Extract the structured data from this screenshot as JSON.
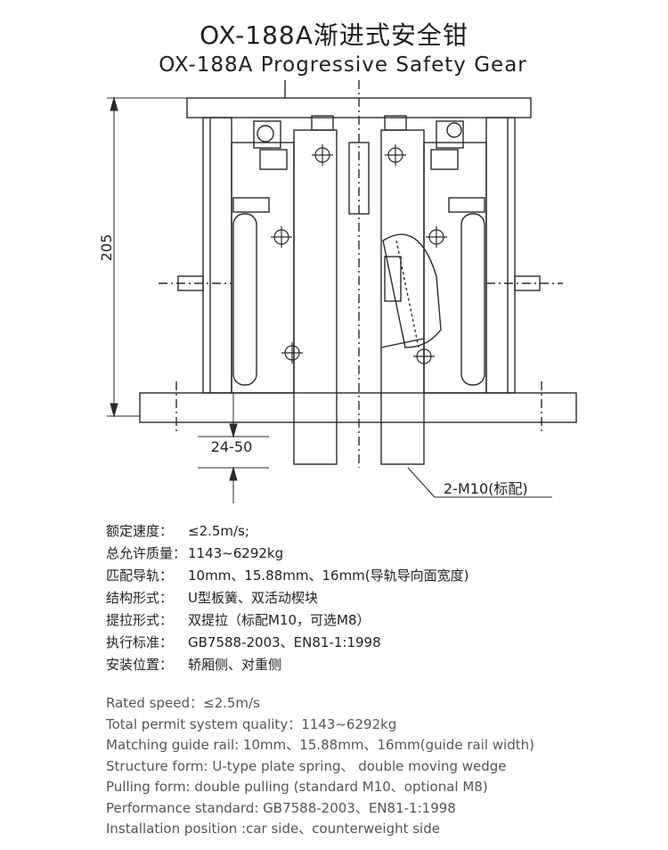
{
  "title": {
    "cn": "OX-188A渐进式安全钳",
    "en": "OX-188A  Progressive Safety Gear"
  },
  "drawing": {
    "height_dim": "205",
    "gap_dim": "24-50",
    "callout": "2-M10(标配)"
  },
  "specs_cn": [
    {
      "label": "额定速度：",
      "value": "≤2.5m/s;"
    },
    {
      "label": "总允许质量：",
      "value": "1143~6292kg"
    },
    {
      "label": "匹配导轨：",
      "value": "10mm、15.88mm、16mm(导轨导向面宽度)"
    },
    {
      "label": "结构形式：",
      "value": "U型板簧、双活动楔块"
    },
    {
      "label": "提拉形式：",
      "value": "双提拉（标配M10，可选M8）"
    },
    {
      "label": "执行标准：",
      "value": "GB7588-2003、EN81-1:1998"
    },
    {
      "label": "安装位置：",
      "value": "轿厢侧、对重侧"
    }
  ],
  "specs_en": [
    "Rated speed：≤2.5m/s",
    "Total permit system quality：1143~6292kg",
    "Matching guide rail: 10mm、15.88mm、16mm(guide rail width)",
    "Structure form: U-type plate spring、 double moving wedge",
    "Pulling form: double pulling (standard M10、optional M8)",
    "Performance standard: GB7588-2003、EN81-1:1998",
    "Installation position :car side、counterweight side"
  ]
}
